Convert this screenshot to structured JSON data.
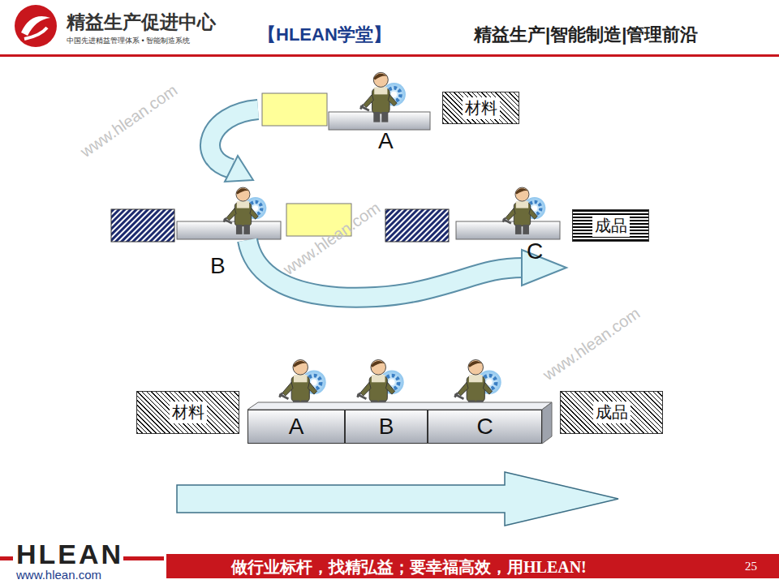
{
  "diagram": {
    "nodes": [
      {
        "text": [
          "材料"
        ]
      },
      {
        "text": [
          "成品"
        ]
      },
      {
        "text": [
          "材料"
        ]
      },
      {
        "text": [
          "A"
        ]
      },
      {
        "text": [
          "B"
        ]
      },
      {
        "text": [
          "C"
        ]
      },
      {
        "text": [
          "成品"
        ]
      }
    ],
    "labels": [
      "精益生产促进中心",
      "中国先进精益管理体系 • 智能制造系统",
      "【HLEAN学堂】",
      "精益生产|智能制造|管理前沿",
      "A",
      "B",
      "C",
      "www.hlean.com",
      "www.hlean.com",
      "www.hlean.com",
      "HLEAN",
      "www.hlean.com",
      "做行业标杆，找精弘益；要幸福高效，用HLEAN!",
      "25"
    ]
  }
}
